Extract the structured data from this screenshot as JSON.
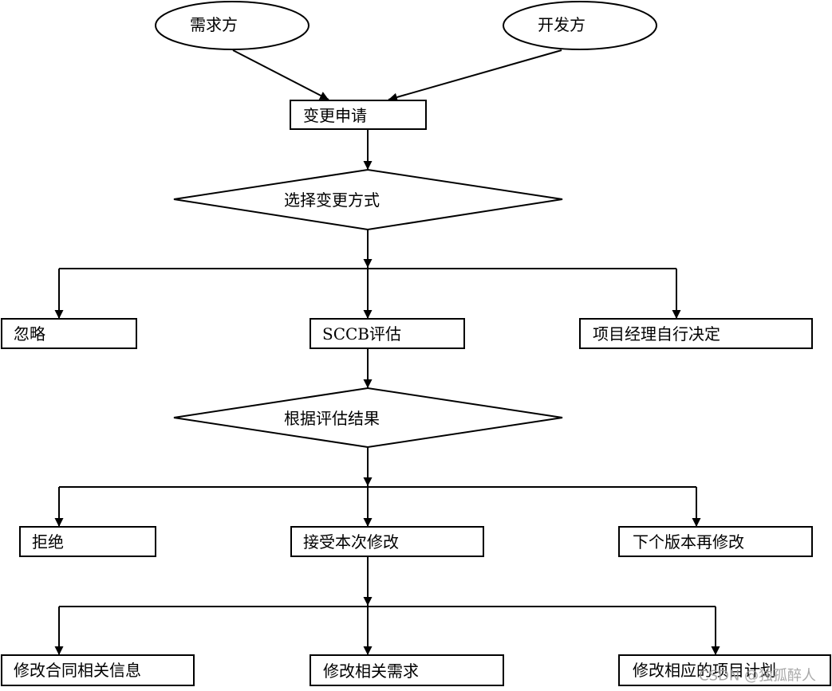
{
  "diagram": {
    "sources": {
      "demand_side": "需求方",
      "dev_side": "开发方"
    },
    "change_request": "变更申请",
    "decision_1": "选择变更方式",
    "options_1": {
      "ignore": "忽略",
      "sccb": "SCCB评估",
      "pm_decides": "项目经理自行决定"
    },
    "decision_2": "根据评估结果",
    "options_2": {
      "reject": "拒绝",
      "accept": "接受本次修改",
      "next_version": "下个版本再修改"
    },
    "actions": {
      "contract": "修改合同相关信息",
      "requirements": "修改相关需求",
      "plan": "修改相应的项目计划"
    }
  },
  "watermark": "CSDN @独孤醉人",
  "colors": {
    "stroke": "#000000",
    "background": "#ffffff",
    "watermark": "#9a9a9a"
  }
}
